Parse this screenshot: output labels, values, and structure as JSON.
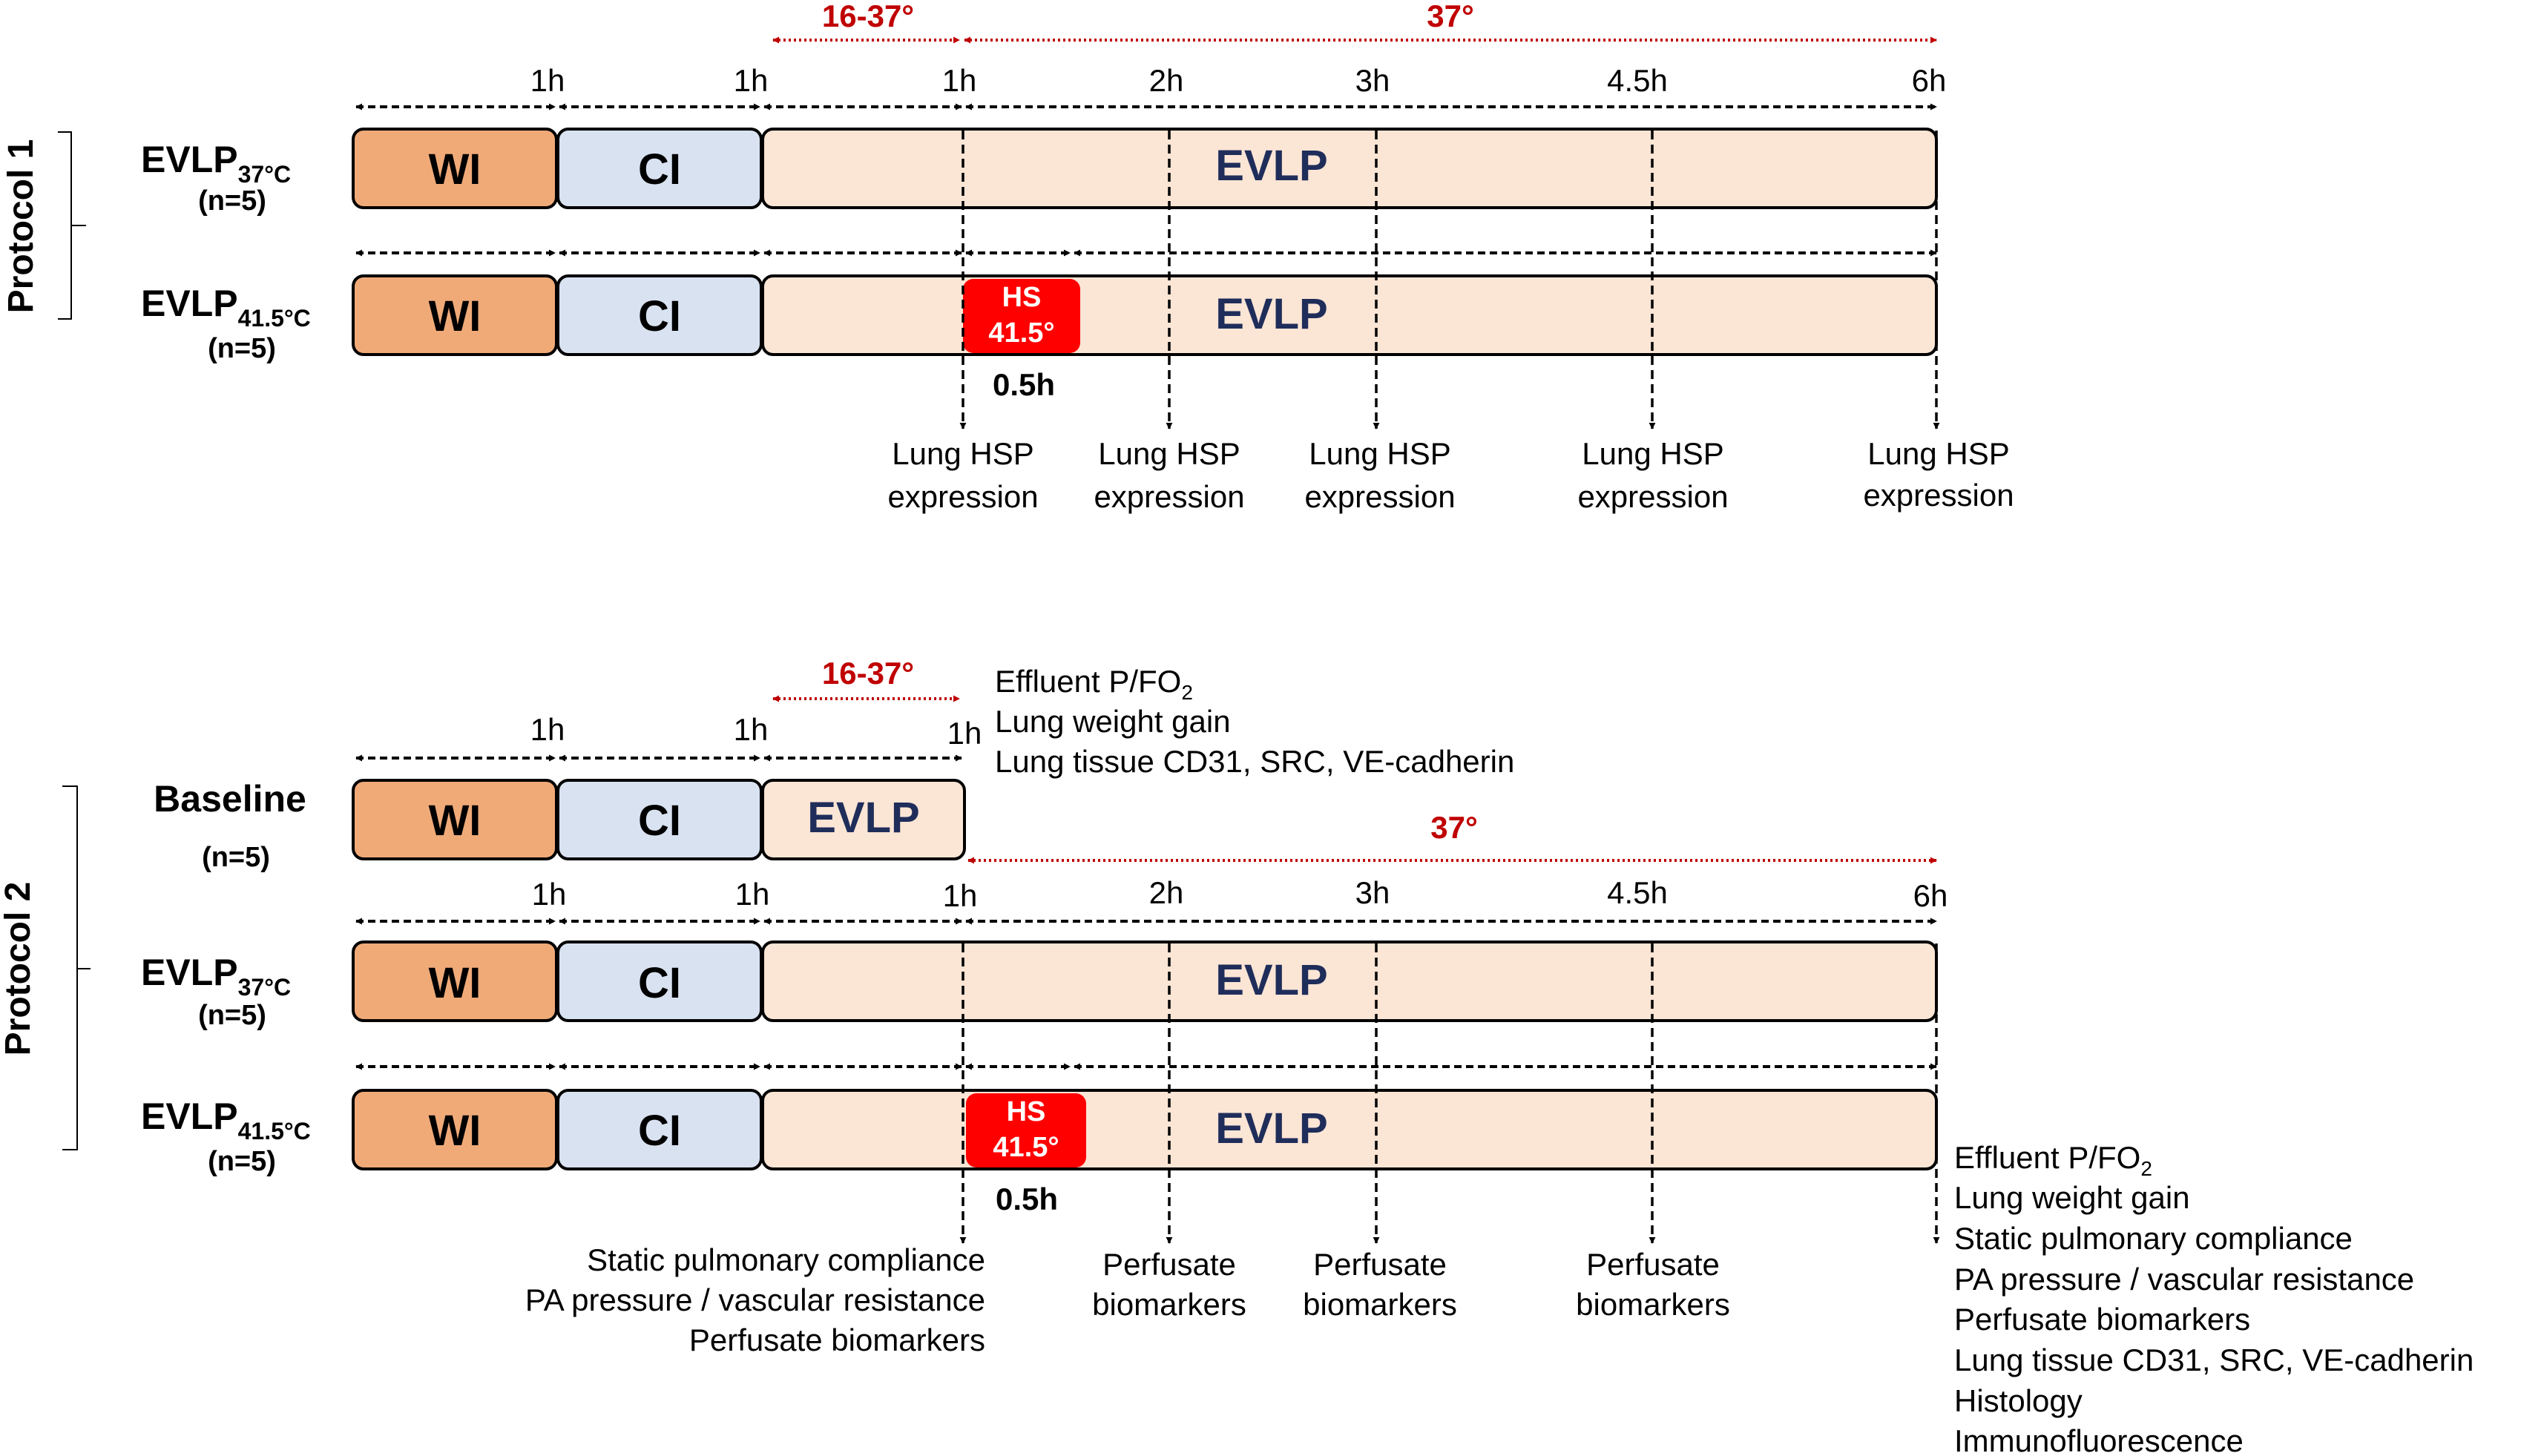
{
  "colors": {
    "wi": "#f0aa78",
    "ci": "#d9e2f1",
    "evlp": "#fbe5d5",
    "hs": "#ff0000",
    "temp": "#c00000",
    "evlp_text": "#1f2d5a",
    "line": "#000000"
  },
  "labels": {
    "wi": "WI",
    "ci": "CI",
    "evlp": "EVLP",
    "hs_line1": "HS",
    "hs_line2": "41.5°",
    "hs_duration": "0.5h",
    "h1": "1h",
    "h2": "2h",
    "h3": "3h",
    "h45": "4.5h",
    "h6": "6h",
    "temp_ramp": "16-37°",
    "temp_37": "37°",
    "n": "(n=5)",
    "evlp_prefix": "EVLP",
    "sub_37": "37°C",
    "sub_415": "41.5°C",
    "baseline": "Baseline"
  },
  "protocol1": {
    "title": "Protocol 1",
    "readouts": [
      {
        "line1": "Lung HSP",
        "line2": "expression"
      },
      {
        "line1": "Lung HSP",
        "line2": "expression"
      },
      {
        "line1": "Lung HSP",
        "line2": "expression"
      },
      {
        "line1": "Lung HSP",
        "line2": "expression"
      },
      {
        "line1": "Lung HSP",
        "line2": "expression"
      }
    ]
  },
  "protocol2": {
    "title": "Protocol 2",
    "baseline_readouts": {
      "effluent": "Effluent P/FO",
      "effluent_sub": "2",
      "weight": "Lung weight gain",
      "tissue": "Lung tissue CD31, SRC, VE-cadherin"
    },
    "readouts_1h": [
      "Static pulmonary compliance",
      "PA pressure / vascular resistance",
      "Perfusate biomarkers"
    ],
    "readouts_mid": [
      {
        "line1": "Perfusate",
        "line2": "biomarkers"
      },
      {
        "line1": "Perfusate",
        "line2": "biomarkers"
      },
      {
        "line1": "Perfusate",
        "line2": "biomarkers"
      }
    ],
    "readouts_6h": {
      "effluent": "Effluent P/FO",
      "effluent_sub": "2",
      "items": [
        "Lung weight gain",
        "Static pulmonary compliance",
        "PA pressure / vascular resistance",
        "Perfusate biomarkers",
        "Lung tissue CD31, SRC, VE-cadherin",
        "Histology",
        "Immunofluorescence"
      ]
    }
  }
}
